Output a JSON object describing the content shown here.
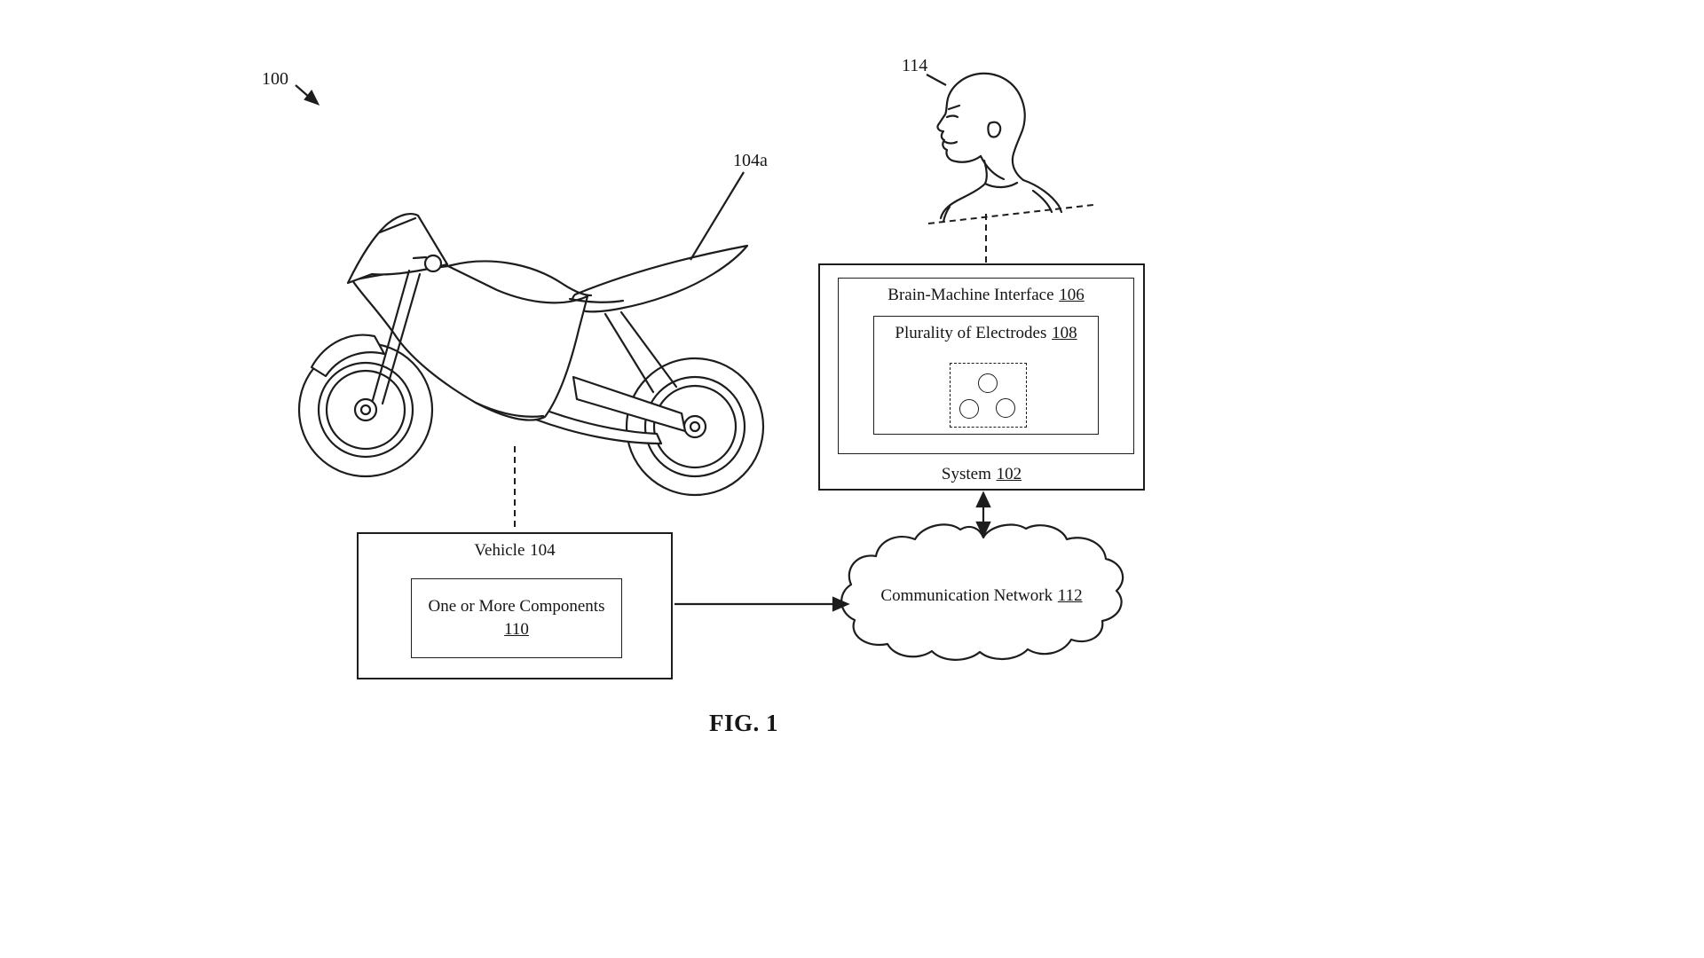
{
  "colors": {
    "line": "#1d1d1d",
    "background": "#ffffff"
  },
  "labels": {
    "ref_100": "100",
    "ref_114": "114",
    "ref_104a": "104a",
    "caption": "FIG. 1"
  },
  "system": {
    "label": "System",
    "ref": "102",
    "bmi": {
      "label": "Brain-Machine Interface",
      "ref": "106"
    },
    "electrodes": {
      "label": "Plurality of Electrodes",
      "ref": "108"
    }
  },
  "vehicle": {
    "label": "Vehicle",
    "ref": "104",
    "components": {
      "label": "One or More Components",
      "ref": "110"
    }
  },
  "network": {
    "label": "Communication Network",
    "ref": "112"
  }
}
